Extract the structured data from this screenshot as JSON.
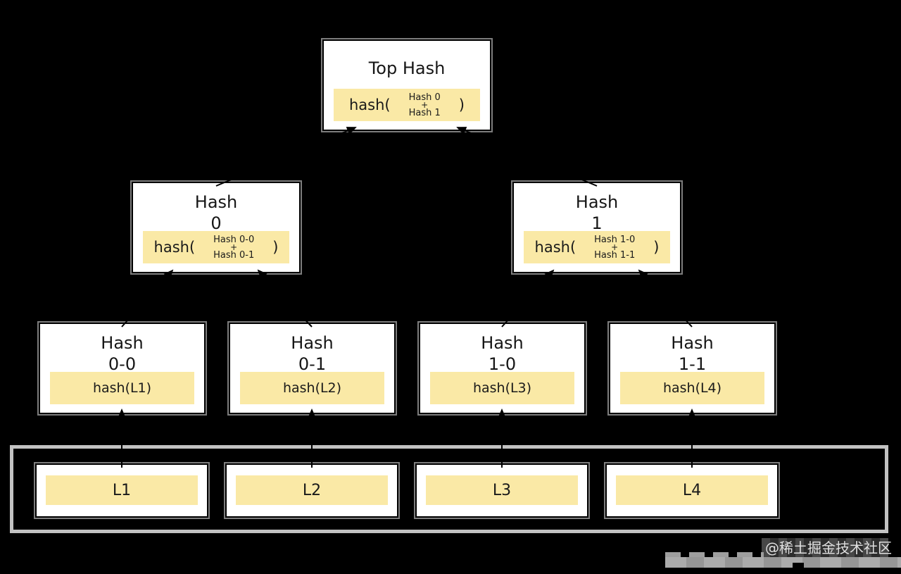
{
  "tree": {
    "root": {
      "title": "Top Hash",
      "hash_prefix": "hash(",
      "operand_top": "Hash 0",
      "operator": "+",
      "operand_bottom": "Hash 1",
      "hash_suffix": ")"
    },
    "level2": [
      {
        "title_line1": "Hash",
        "title_line2": "0",
        "hash_prefix": "hash(",
        "operand_top": "Hash 0-0",
        "operator": "+",
        "operand_bottom": "Hash 0-1",
        "hash_suffix": ")"
      },
      {
        "title_line1": "Hash",
        "title_line2": "1",
        "hash_prefix": "hash(",
        "operand_top": "Hash 1-0",
        "operator": "+",
        "operand_bottom": "Hash 1-1",
        "hash_suffix": ")"
      }
    ],
    "level3": [
      {
        "title_line1": "Hash",
        "title_line2": "0-0",
        "formula": "hash(L1)"
      },
      {
        "title_line1": "Hash",
        "title_line2": "0-1",
        "formula": "hash(L2)"
      },
      {
        "title_line1": "Hash",
        "title_line2": "1-0",
        "formula": "hash(L3)"
      },
      {
        "title_line1": "Hash",
        "title_line2": "1-1",
        "formula": "hash(L4)"
      }
    ],
    "leaves": [
      {
        "label": "L1"
      },
      {
        "label": "L2"
      },
      {
        "label": "L3"
      },
      {
        "label": "L4"
      }
    ]
  },
  "watermark": {
    "text": "@稀土掘金技术社区"
  },
  "colors": {
    "background": "#000000",
    "box_fill": "#ffffff",
    "box_border": "#000000",
    "box_shadow_ring": "#7d7d7d",
    "highlight_fill": "#fae9a6",
    "container_border": "#c2c2c2",
    "connector": "#000000",
    "watermark_text": "#e0e0e0"
  }
}
